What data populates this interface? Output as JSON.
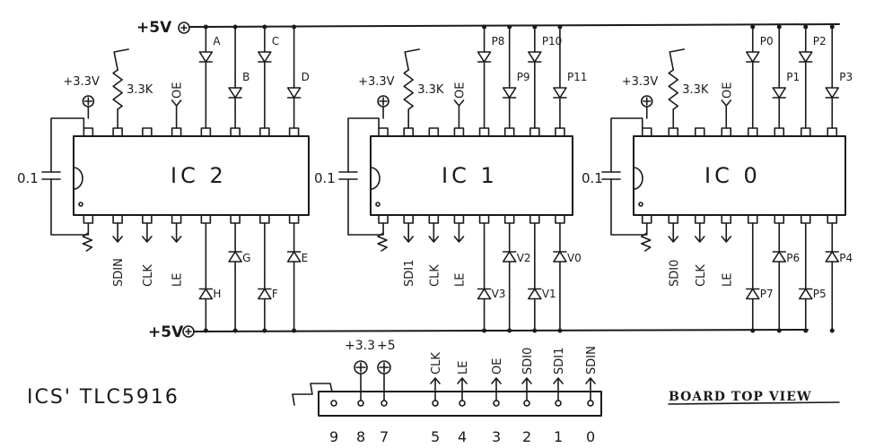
{
  "supply": {
    "top_rail_label": "+5V",
    "bottom_rail_label": "+5V",
    "local_supply_label": "+3.3V",
    "resistor_label": "3.3K",
    "cap_label": "0.1"
  },
  "chips": [
    {
      "name": "IC 2",
      "top_signals": [
        "OE"
      ],
      "bottom_signals": [
        "SDIN",
        "CLK",
        "LE"
      ],
      "top_leds": [
        "A",
        "B",
        "C",
        "D"
      ],
      "bottom_leds": [
        "H",
        "G",
        "F",
        "E"
      ]
    },
    {
      "name": "IC 1",
      "top_signals": [
        "OE"
      ],
      "bottom_signals": [
        "SDI1",
        "CLK",
        "LE"
      ],
      "top_leds": [
        "P8",
        "P9",
        "P10",
        "P11"
      ],
      "bottom_leds": [
        "V3",
        "V2",
        "V1",
        "V0"
      ]
    },
    {
      "name": "IC 0",
      "top_signals": [
        "OE"
      ],
      "bottom_signals": [
        "SDI0",
        "CLK",
        "LE"
      ],
      "top_leds": [
        "P0",
        "P1",
        "P2",
        "P3"
      ],
      "bottom_leds": [
        "P7",
        "P6",
        "P5",
        "P4"
      ]
    }
  ],
  "header": {
    "pin_labels": [
      "+3.3",
      "+5",
      "CLK",
      "LE",
      "OE",
      "SDI0",
      "SDI1",
      "SDIN"
    ],
    "pin_numbers": [
      "9",
      "8",
      "7",
      "5",
      "4",
      "3",
      "2",
      "1",
      "0"
    ]
  },
  "notes": {
    "title": "ICS' TLC5916",
    "board_view": "BOARD TOP VIEW"
  }
}
